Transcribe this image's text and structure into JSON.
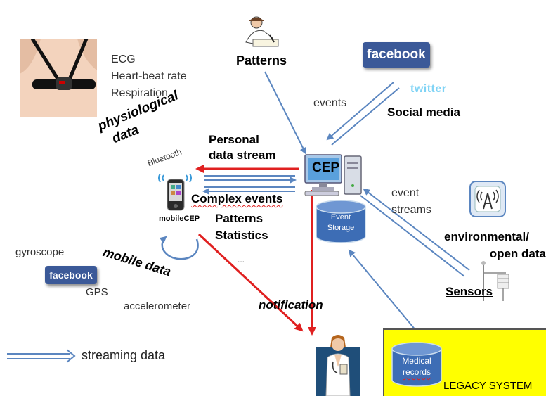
{
  "physio": {
    "l1": "ECG",
    "l2": "Heart-beat rate",
    "l3": "Respiration"
  },
  "patterns_label": "Patterns",
  "physio_data_1": "physiological",
  "physio_data_2": "data",
  "bluetooth": "Bluetooth",
  "personal_stream_1": "Personal",
  "personal_stream_2": "data stream",
  "complex_events": "Complex events",
  "patterns_stats_1": "Patterns",
  "patterns_stats_2": "Statistics",
  "ellipsis": "...",
  "mobile_cep": "mobileCEP",
  "cep": "CEP",
  "events_label": "events",
  "social_media": "Social media",
  "facebook": "facebook",
  "twitter": "twitter",
  "event_storage_1": "Event",
  "event_storage_2": "Storage",
  "event_streams_1": "event",
  "event_streams_2": "streams",
  "env_data_1": "environmental/",
  "env_data_2": "open data",
  "sensors": "Sensors",
  "mobile_data": "mobile data",
  "gyroscope": "gyroscope",
  "gps": "GPS",
  "accelerometer": "accelerometer",
  "notification": "notification",
  "streaming_data": "streaming data",
  "medical_1": "Medical",
  "medical_2": "records",
  "legacy_system": "LEGACY SYSTEM",
  "colors": {
    "blue_arrow": "#5b86c0",
    "red_arrow": "#e02020",
    "legacy_bg": "#ffff00",
    "db_blue": "#3d6db5",
    "facebook": "#3b5998",
    "twitter": "#7fd3f5"
  },
  "icons": [
    "chest-strap-icon",
    "person-writing-icon",
    "computer-icon",
    "smartphone-icon",
    "antenna-icon",
    "weather-station-icon",
    "doctor-icon",
    "database-icon"
  ]
}
